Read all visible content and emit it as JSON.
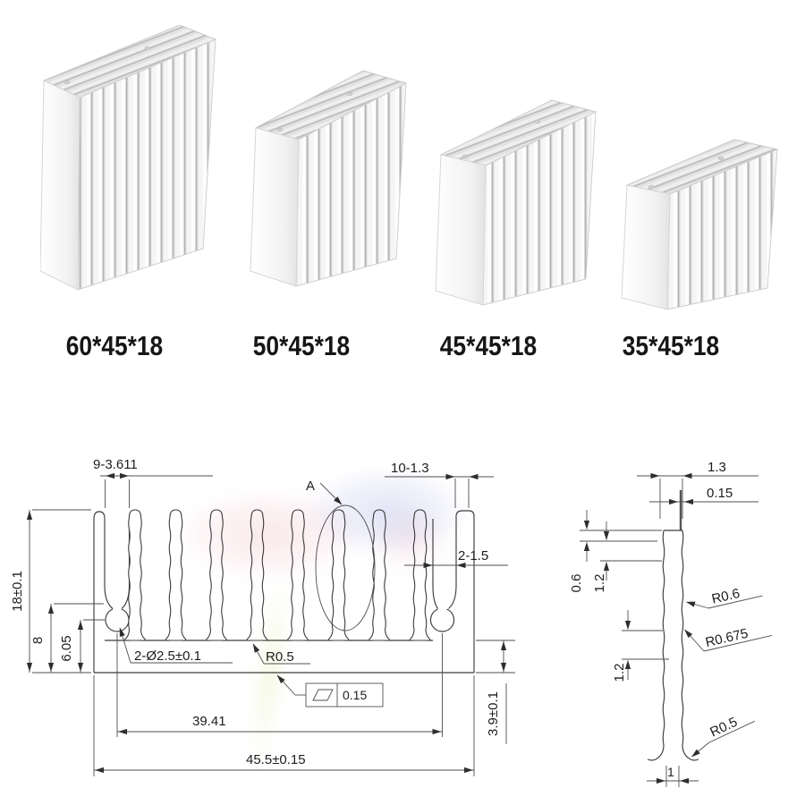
{
  "products": [
    {
      "label": "60*45*18"
    },
    {
      "label": "50*45*18"
    },
    {
      "label": "45*45*18"
    },
    {
      "label": "35*45*18"
    }
  ],
  "left_drawing": {
    "dim_fin_pitch": "9-3.611",
    "dim_fin_count_thickness": "10-1.3",
    "callout_label": "A",
    "dim_slot": "2-1.5",
    "dim_overall_height": "18±0.1",
    "dim_hole_shoulder_height": "8",
    "dim_hole_center_height": "6.05",
    "dim_holes": "2-Ø2.5±0.1",
    "dim_root_radius": "R0.5",
    "flatness_tolerance": "0.15",
    "dim_hole_spacing": "39.41",
    "dim_overall_width": "45.5±0.15",
    "dim_base_thickness": "3.9±0.1"
  },
  "right_drawing": {
    "dim_fin_thickness": "1.3",
    "dim_tip": "0.15",
    "dim_tip_step": "0.6",
    "dim_wave_upper": "1.2",
    "dim_wave_lower": "1.2",
    "radius_upper": "R0.6",
    "radius_mid": "R0.675",
    "radius_root": "R0.5",
    "dim_root_width": "1"
  },
  "colors": {
    "label_text": "#161616",
    "drawing_lines": "#3c3c3c"
  }
}
